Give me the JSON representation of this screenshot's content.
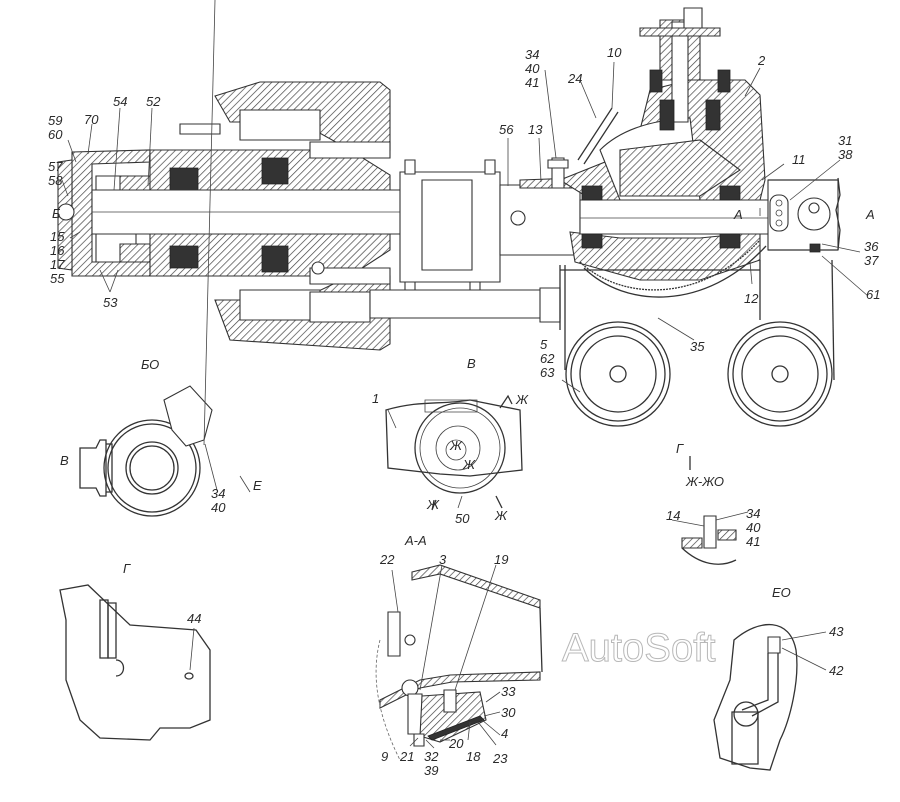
{
  "diagram": {
    "type": "technical-assembly-drawing",
    "subject": "drive axle with final drive and hub reduction (sectional view)",
    "watermark": "AutoSoft",
    "views": {
      "section_aa": "А-А",
      "view_b": "БО",
      "view_v": "В",
      "view_g": "Г",
      "view_e": "ЕО",
      "section_zh": "Ж-ЖО"
    },
    "direction_markers": {
      "b_arrow": "Б",
      "a_left": "А",
      "a_right": "А",
      "v_arrow": "В",
      "e_arrow": "Е",
      "g_arrow": "Г",
      "zh_markers": [
        "Ж",
        "Ж",
        "Ж",
        "Ж",
        "Ж"
      ]
    },
    "main_labels": {
      "l59_60": "59\n60",
      "l70": "70",
      "l54": "54",
      "l52": "52",
      "l57_58": "57\n58",
      "l15_55": "15\n16\n17\n55",
      "l53": "53",
      "l56": "56",
      "l13": "13",
      "l34_41": "34\n40\n41",
      "l24": "24",
      "l10": "10",
      "l2": "2",
      "l11": "11",
      "l31_38": "31\n38",
      "l36_37": "36\n37",
      "l61": "61",
      "l12": "12",
      "l35": "35",
      "l5_63": "5\n62\n63"
    },
    "view_b_labels": {
      "l34_40": "34\n40"
    },
    "view_v_labels": {
      "l1": "1",
      "l50": "50"
    },
    "section_zh_labels": {
      "l14": "14",
      "l34_41": "34\n40\n41"
    },
    "view_g_labels": {
      "l44": "44"
    },
    "section_aa_labels": {
      "l22": "22",
      "l3": "3",
      "l19": "19",
      "l33": "33",
      "l30": "30",
      "l4": "4",
      "l9": "9",
      "l21": "21",
      "l32_39": "32\n39",
      "l20": "20",
      "l18": "18",
      "l23": "23"
    },
    "view_e_labels": {
      "l43": "43",
      "l42": "42"
    }
  }
}
